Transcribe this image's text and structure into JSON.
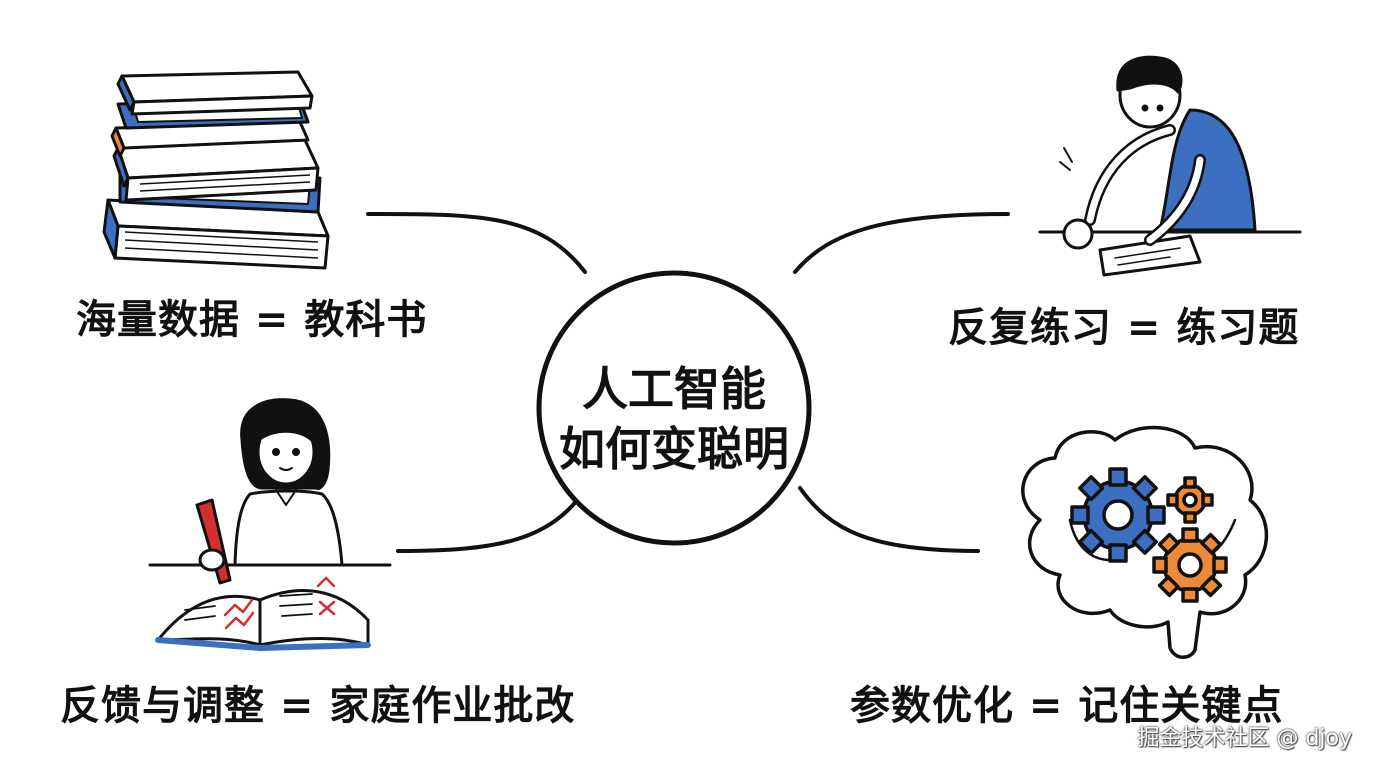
{
  "center": {
    "line1": "人工智能",
    "line2": "如何变聪明"
  },
  "branches": [
    {
      "id": "data",
      "label": "海量数据 = 教科书",
      "icon": "books-stack-icon"
    },
    {
      "id": "practice",
      "label": "反复练习 = 练习题",
      "icon": "boy-doing-exercises-icon"
    },
    {
      "id": "feedback",
      "label": "反馈与调整 = 家庭作业批改",
      "icon": "girl-grading-homework-icon"
    },
    {
      "id": "params",
      "label": "参数优化 = 记住关键点",
      "icon": "brain-gears-icon"
    }
  ],
  "watermark": "掘金技术社区 @ djoy",
  "colors": {
    "ink": "#111111",
    "blue": "#3d6fc0",
    "orange": "#ec8a3a",
    "red": "#d32f2f",
    "skin": "#ffffff"
  }
}
